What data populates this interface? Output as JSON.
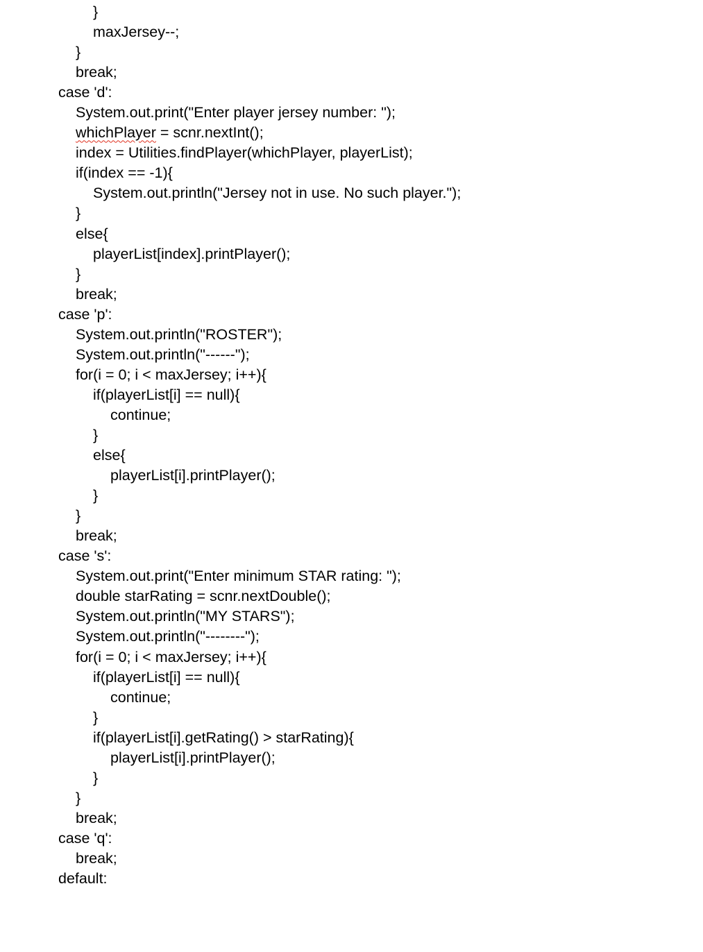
{
  "document": {
    "lines": [
      {
        "indent": 2,
        "text": "}"
      },
      {
        "indent": 2,
        "text": "maxJersey--;"
      },
      {
        "indent": 1,
        "text": "}"
      },
      {
        "indent": 1,
        "text": "break;"
      },
      {
        "indent": 0,
        "text": "case 'd':"
      },
      {
        "indent": 1,
        "text": "System.out.print(\"Enter player jersey number: \");"
      },
      {
        "indent": 1,
        "text": " = scnr.nextInt();",
        "spell_word": "whichPlayer"
      },
      {
        "indent": 1,
        "text": "index = Utilities.findPlayer(whichPlayer, playerList);"
      },
      {
        "indent": 1,
        "text": "if(index == -1){"
      },
      {
        "indent": 2,
        "text": "System.out.println(\"Jersey not in use. No such player.\");"
      },
      {
        "indent": 1,
        "text": "}"
      },
      {
        "indent": 1,
        "text": "else{"
      },
      {
        "indent": 2,
        "text": "playerList[index].printPlayer();"
      },
      {
        "indent": 1,
        "text": "}"
      },
      {
        "indent": 1,
        "text": "break;"
      },
      {
        "indent": 0,
        "text": "case 'p':"
      },
      {
        "indent": 1,
        "text": "System.out.println(\"ROSTER\");"
      },
      {
        "indent": 1,
        "text": "System.out.println(\"------\");"
      },
      {
        "indent": 1,
        "text": "for(i = 0; i < maxJersey; i++){"
      },
      {
        "indent": 2,
        "text": "if(playerList[i] == null){"
      },
      {
        "indent": 3,
        "text": "continue;"
      },
      {
        "indent": 2,
        "text": "}"
      },
      {
        "indent": 2,
        "text": "else{"
      },
      {
        "indent": 3,
        "text": "playerList[i].printPlayer();"
      },
      {
        "indent": 2,
        "text": "}"
      },
      {
        "indent": 1,
        "text": "}"
      },
      {
        "indent": 1,
        "text": "break;"
      },
      {
        "indent": 0,
        "text": "case 's':"
      },
      {
        "indent": 1,
        "text": "System.out.print(\"Enter minimum STAR rating: \");"
      },
      {
        "indent": 1,
        "text": "double starRating = scnr.nextDouble();"
      },
      {
        "indent": 1,
        "text": "System.out.println(\"MY STARS\");"
      },
      {
        "indent": 1,
        "text": "System.out.println(\"--------\");"
      },
      {
        "indent": 1,
        "text": "for(i = 0; i < maxJersey; i++){"
      },
      {
        "indent": 2,
        "text": "if(playerList[i] == null){"
      },
      {
        "indent": 3,
        "text": "continue;"
      },
      {
        "indent": 2,
        "text": "}"
      },
      {
        "indent": 2,
        "text": "if(playerList[i].getRating() > starRating){"
      },
      {
        "indent": 3,
        "text": "playerList[i].printPlayer();"
      },
      {
        "indent": 2,
        "text": "}"
      },
      {
        "indent": 1,
        "text": "}"
      },
      {
        "indent": 1,
        "text": "break;"
      },
      {
        "indent": 0,
        "text": "case 'q':"
      },
      {
        "indent": 1,
        "text": "break;"
      },
      {
        "indent": 0,
        "text": "default:"
      }
    ],
    "spellcheck_color": "#e0301e"
  }
}
